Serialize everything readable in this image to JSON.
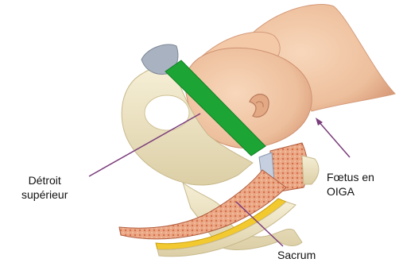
{
  "labels": {
    "detroit_line1": "Détroit",
    "detroit_line2": "supérieur",
    "foetus_line1": "Fœtus en",
    "foetus_line2": "OIGA",
    "sacrum": "Sacrum"
  },
  "colors": {
    "bone": "#efe6c6",
    "bone_shadow": "#d6c9a0",
    "pubis_cap": "#a9b3c0",
    "cancellous": "#e9a787",
    "marrow_dot": "#d9704a",
    "canal": "#f1c930",
    "disc": "#c6cfe0",
    "skin": "#f1c5a3",
    "skin_shadow": "#d99c7c",
    "green_bar": "#19a733",
    "arrow": "#7a3b7a"
  }
}
